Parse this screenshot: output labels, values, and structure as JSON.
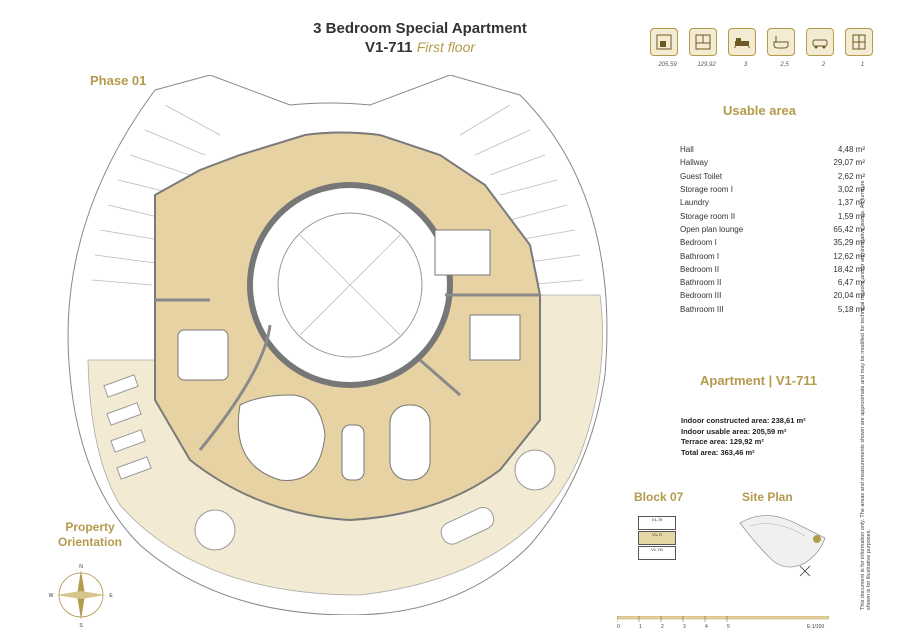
{
  "header": {
    "title": "3 Bedroom Special Apartment",
    "unit": "V1-711",
    "floor": "First floor"
  },
  "phase_label": "Phase 01",
  "icons": [
    {
      "name": "house-plot-icon",
      "value": "205,59"
    },
    {
      "name": "floorplan-icon",
      "value": "129,92"
    },
    {
      "name": "bed-icon",
      "value": "3"
    },
    {
      "name": "bathtub-icon",
      "value": "2,5"
    },
    {
      "name": "parking-icon",
      "value": "2"
    },
    {
      "name": "storage-icon",
      "value": "1"
    }
  ],
  "usable_area": {
    "title": "Usable area",
    "rows": [
      {
        "name": "Hall",
        "value": "4,48 m²"
      },
      {
        "name": "Hallway",
        "value": "29,07 m²"
      },
      {
        "name": "Guest Toilet",
        "value": "2,62 m²"
      },
      {
        "name": "Storage room I",
        "value": "3,02 m²"
      },
      {
        "name": "Laundry",
        "value": "1,37 m²"
      },
      {
        "name": "Storage room II",
        "value": "1,59 m²"
      },
      {
        "name": "Open plan lounge",
        "value": "65,42 m²"
      },
      {
        "name": "Bedroom I",
        "value": "35,29 m²"
      },
      {
        "name": "Bathroom I",
        "value": "12,62 m²"
      },
      {
        "name": "Bedroom II",
        "value": "18,42 m²"
      },
      {
        "name": "Bathroom II",
        "value": "6,47 m²"
      },
      {
        "name": "Bedroom III",
        "value": "20,04 m²"
      },
      {
        "name": "Bathroom III",
        "value": "5,18 m²"
      }
    ]
  },
  "apartment": {
    "title": "Apartment | V1-711",
    "lines": [
      "Indoor constructed area: 238,61 m²",
      "Indoor usable area: 205,59 m²",
      "Terrace area: 129,92 m²",
      "Total area: 363,46 m²"
    ]
  },
  "block": {
    "title": "Block 07",
    "levels": [
      "V1-7II",
      "V1-7I",
      "V1-7I0"
    ]
  },
  "site_plan": {
    "title": "Site Plan"
  },
  "orientation": {
    "title_line1": "Property",
    "title_line2": "Orientation",
    "n": "N",
    "s": "S",
    "e": "E",
    "w": "W"
  },
  "disclaimer": "This document is for information only. The areas and measurements shown are approximate and may be modified for technical reasons and/or administrative issues. All furniture shown is for illustrative purposes.",
  "scale": {
    "labels": [
      "0",
      "1",
      "2",
      "3",
      "4",
      "5"
    ],
    "ratio": "E:1/100"
  },
  "colors": {
    "accent": "#b39a4c",
    "floor": "#e6d2a3",
    "terrace": "#f3ead3",
    "wall": "#8a8a8a"
  }
}
